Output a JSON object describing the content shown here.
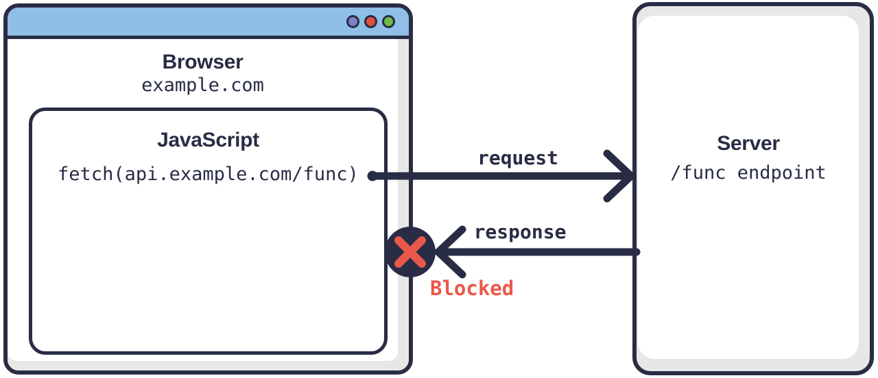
{
  "browser": {
    "title": "Browser",
    "origin": "example.com",
    "js_box": {
      "title": "JavaScript",
      "code": "fetch(api.example.com/func)"
    }
  },
  "server": {
    "title": "Server",
    "endpoint": "/func endpoint"
  },
  "arrows": {
    "request_label": "request",
    "response_label": "response",
    "blocked_label": "Blocked"
  },
  "window_controls": [
    "purple-dot",
    "red-dot",
    "green-dot"
  ],
  "colors": {
    "outline_navy": "#282c44",
    "titlebar_blue": "#8fbee7",
    "frame_grey": "#e7e7e7",
    "blocked_red": "#e8594a",
    "dot_purple": "#7b80c2",
    "dot_red": "#e2503c",
    "dot_green": "#6fba45"
  }
}
